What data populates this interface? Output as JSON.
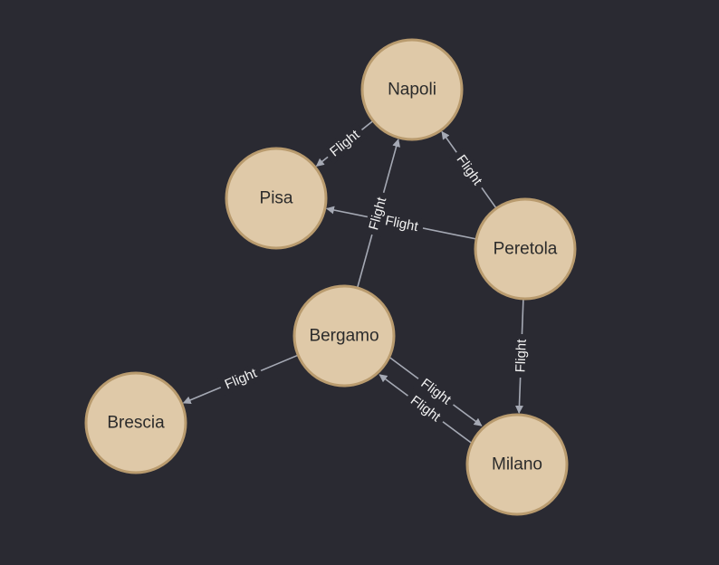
{
  "diagram": {
    "node_color": "#dfc9a8",
    "node_border_color": "#b99b6e",
    "edge_color": "#a5a9b4",
    "edge_label_color": "#f2f2f2",
    "background_color": "#2a2a32",
    "nodes": [
      {
        "id": "napoli",
        "label": "Napoli"
      },
      {
        "id": "pisa",
        "label": "Pisa"
      },
      {
        "id": "peretola",
        "label": "Peretola"
      },
      {
        "id": "bergamo",
        "label": "Bergamo"
      },
      {
        "id": "brescia",
        "label": "Brescia"
      },
      {
        "id": "milano",
        "label": "Milano"
      }
    ],
    "edges": [
      {
        "id": "napoli-pisa",
        "source": "napoli",
        "target": "pisa",
        "label": "Flight"
      },
      {
        "id": "peretola-napoli",
        "source": "peretola",
        "target": "napoli",
        "label": "Flight"
      },
      {
        "id": "peretola-pisa",
        "source": "peretola",
        "target": "pisa",
        "label": "Flight"
      },
      {
        "id": "bergamo-napoli",
        "source": "bergamo",
        "target": "napoli",
        "label": "Flight"
      },
      {
        "id": "peretola-milano",
        "source": "peretola",
        "target": "milano",
        "label": "Flight"
      },
      {
        "id": "bergamo-brescia",
        "source": "bergamo",
        "target": "brescia",
        "label": "Flight"
      },
      {
        "id": "bergamo-milano",
        "source": "bergamo",
        "target": "milano",
        "label": "Flight"
      },
      {
        "id": "milano-bergamo",
        "source": "milano",
        "target": "bergamo",
        "label": "Flight"
      }
    ]
  }
}
